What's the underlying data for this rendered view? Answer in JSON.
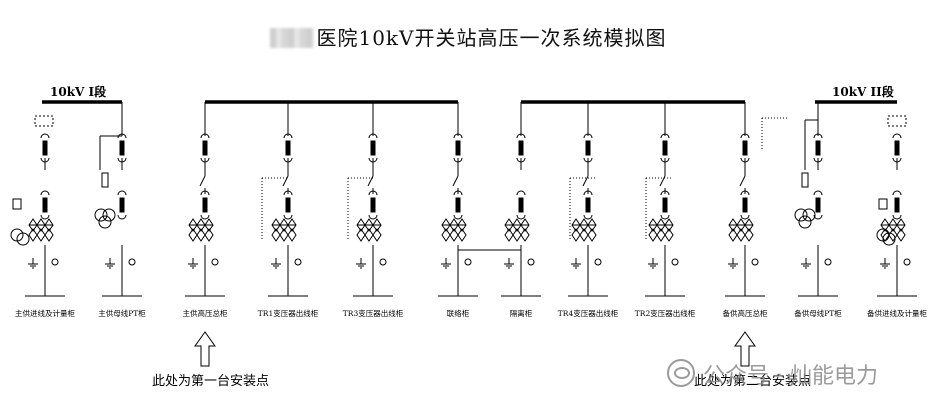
{
  "title": {
    "text": "医院10kV开关站高压一次系统模拟图"
  },
  "buses": {
    "bus1_label": "10kV I段",
    "bus2_label": "10kV II段"
  },
  "cabinets": [
    "主供进线及计量柜",
    "主供母线PT柜",
    "主供高压总柜",
    "TR1变压器出线柜",
    "TR3变压器出线柜",
    "联络柜",
    "隔离柜",
    "TR4变压器出线柜",
    "TR2变压器出线柜",
    "备供高压总柜",
    "备供母线PT柜",
    "备供进线及计量柜"
  ],
  "notes": {
    "install1": "此处为第一台安装点",
    "install2": "此处为第二台安装点"
  },
  "watermark": {
    "text": "公众号 · 灿能电力"
  }
}
